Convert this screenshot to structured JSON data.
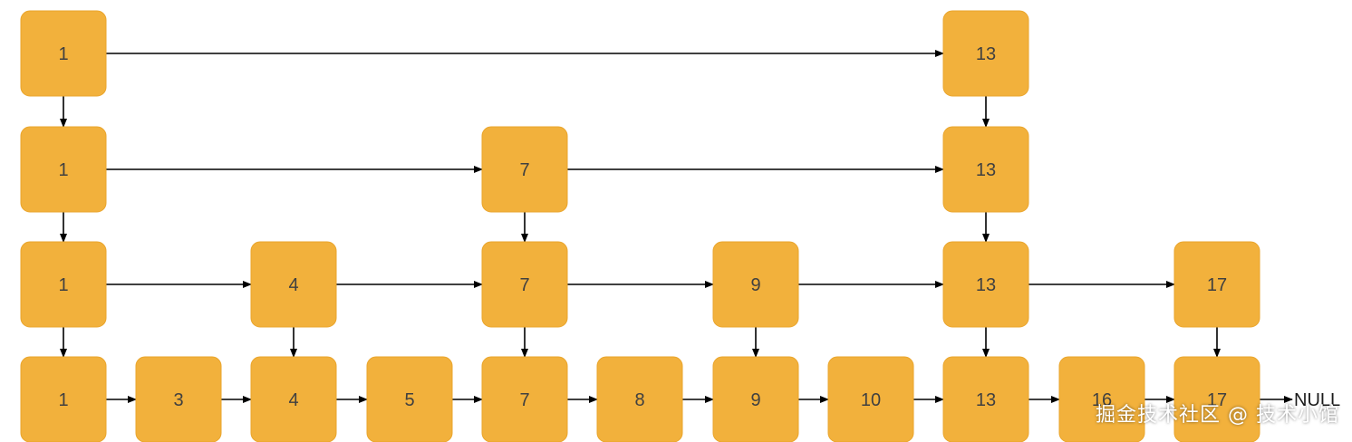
{
  "diagram": {
    "levels": [
      [
        "1",
        "13"
      ],
      [
        "1",
        "7",
        "13"
      ],
      [
        "1",
        "4",
        "7",
        "9",
        "13",
        "17"
      ],
      [
        "1",
        "3",
        "4",
        "5",
        "7",
        "8",
        "9",
        "10",
        "13",
        "16",
        "17"
      ]
    ],
    "terminal_label": "NULL",
    "colors": {
      "node_fill": "#F2B13C",
      "node_text": "#404040",
      "arrow": "#000000"
    }
  },
  "watermark": "掘金技术社区 @ 技术小馆"
}
